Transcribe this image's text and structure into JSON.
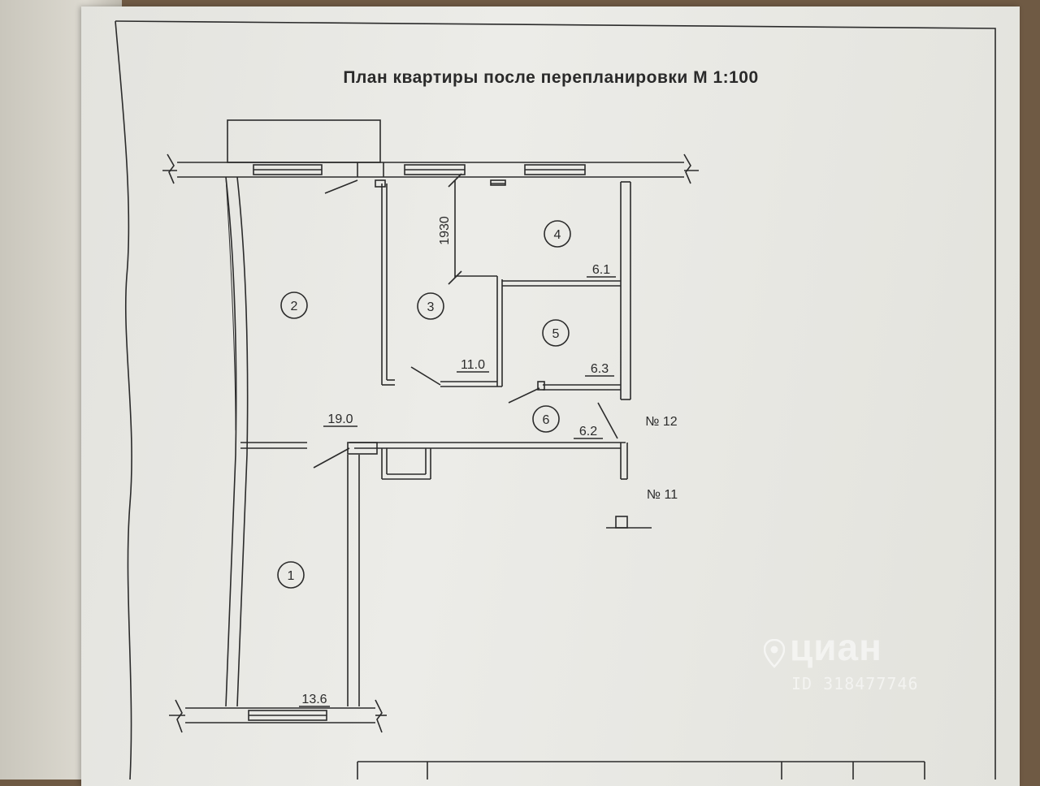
{
  "title": "План квартиры после перепланировки М 1:100",
  "dimension": "1930",
  "rooms": [
    {
      "number": "1",
      "area": "13.6"
    },
    {
      "number": "2",
      "area": "19.0"
    },
    {
      "number": "3",
      "area": "11.0"
    },
    {
      "number": "4",
      "area": "6.1"
    },
    {
      "number": "5",
      "area": "6.3"
    },
    {
      "number": "6",
      "area": "6.2"
    }
  ],
  "apartments": {
    "upper": "№ 12",
    "lower": "№ 11"
  },
  "watermark": {
    "brand": "циан",
    "id": "ID 318477746",
    "icon": "cian-pin-icon"
  },
  "colors": {
    "paper": "#e8e8e3",
    "ink": "#2b2b2b"
  }
}
